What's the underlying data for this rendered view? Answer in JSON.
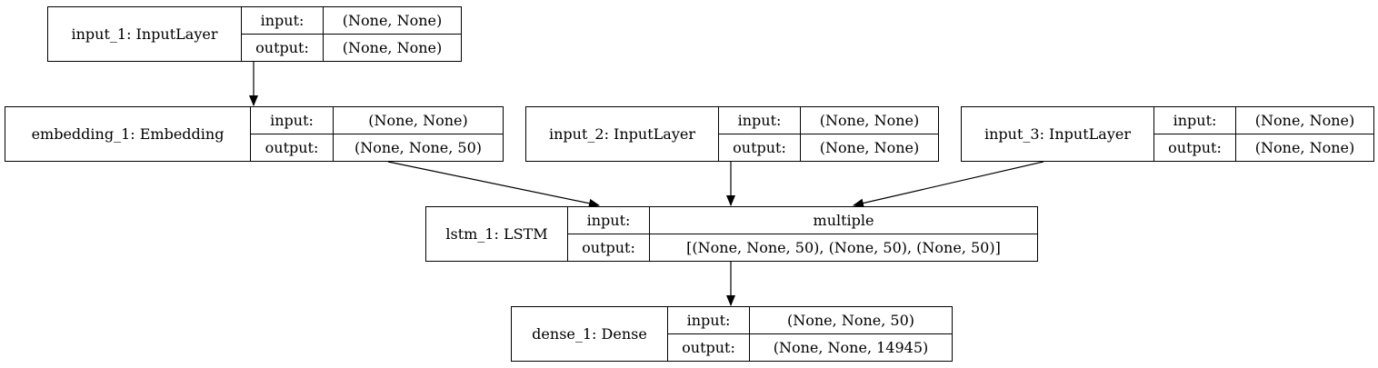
{
  "port_labels": {
    "input": "input:",
    "output": "output:"
  },
  "nodes": {
    "input_1": {
      "name": "input_1: InputLayer",
      "input_shape": "(None, None)",
      "output_shape": "(None, None)"
    },
    "embedding_1": {
      "name": "embedding_1: Embedding",
      "input_shape": "(None, None)",
      "output_shape": "(None, None, 50)"
    },
    "input_2": {
      "name": "input_2: InputLayer",
      "input_shape": "(None, None)",
      "output_shape": "(None, None)"
    },
    "input_3": {
      "name": "input_3: InputLayer",
      "input_shape": "(None, None)",
      "output_shape": "(None, None)"
    },
    "lstm_1": {
      "name": "lstm_1: LSTM",
      "input_shape": "multiple",
      "output_shape": "[(None, None, 50), (None, 50), (None, 50)]"
    },
    "dense_1": {
      "name": "dense_1: Dense",
      "input_shape": "(None, None, 50)",
      "output_shape": "(None, None, 14945)"
    }
  },
  "edges": [
    {
      "from": "input_1",
      "to": "embedding_1"
    },
    {
      "from": "embedding_1",
      "to": "lstm_1"
    },
    {
      "from": "input_2",
      "to": "lstm_1"
    },
    {
      "from": "input_3",
      "to": "lstm_1"
    },
    {
      "from": "lstm_1",
      "to": "dense_1"
    }
  ]
}
